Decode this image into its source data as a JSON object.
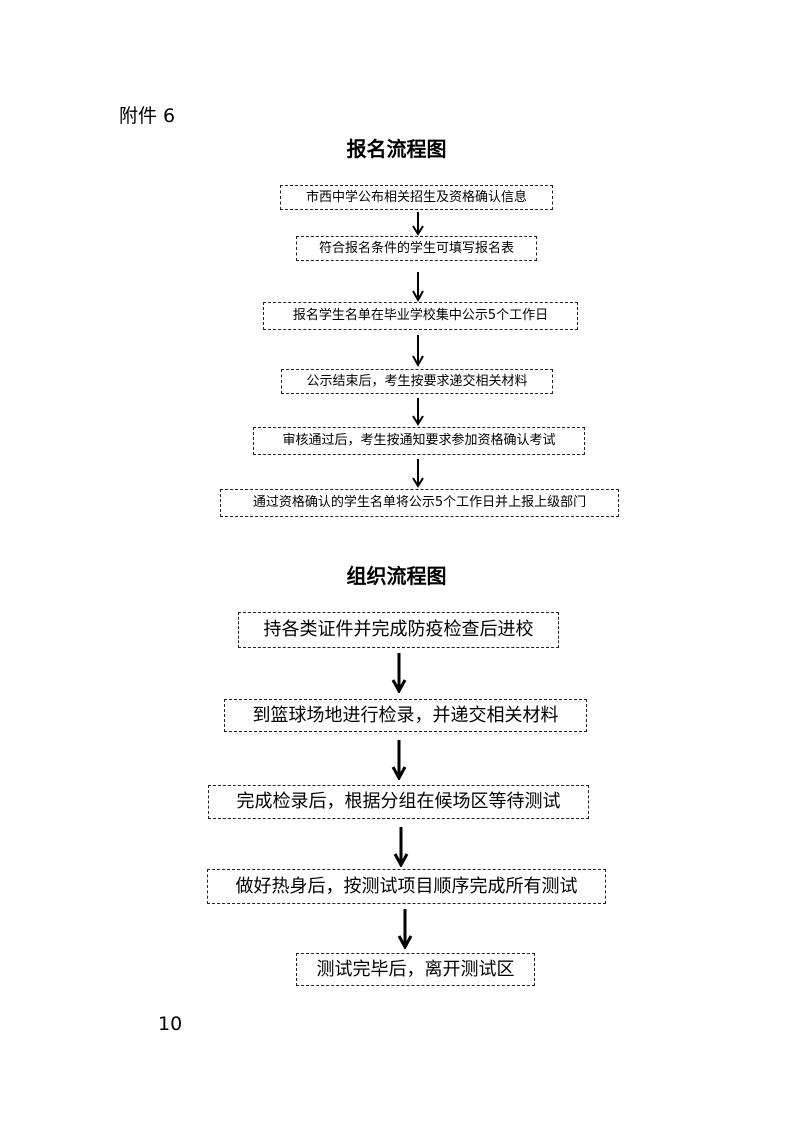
{
  "attachment_label": "附件 6",
  "registration": {
    "title": "报名流程图",
    "steps": [
      "市西中学公布相关招生及资格确认信息",
      "符合报名条件的学生可填写报名表",
      "报名学生名单在毕业学校集中公示5个工作日",
      "公示结束后，考生按要求递交相关材料",
      "审核通过后，考生按通知要求参加资格确认考试",
      "通过资格确认的学生名单将公示5个工作日并上报上级部门"
    ]
  },
  "organization": {
    "title": "组织流程图",
    "steps": [
      "持各类证件并完成防疫检查后进校",
      "到篮球场地进行检录，并递交相关材料",
      "完成检录后，根据分组在候场区等待测试",
      "做好热身后，按测试项目顺序完成所有测试",
      "测试完毕后，离开测试区"
    ]
  },
  "page_number": "10"
}
